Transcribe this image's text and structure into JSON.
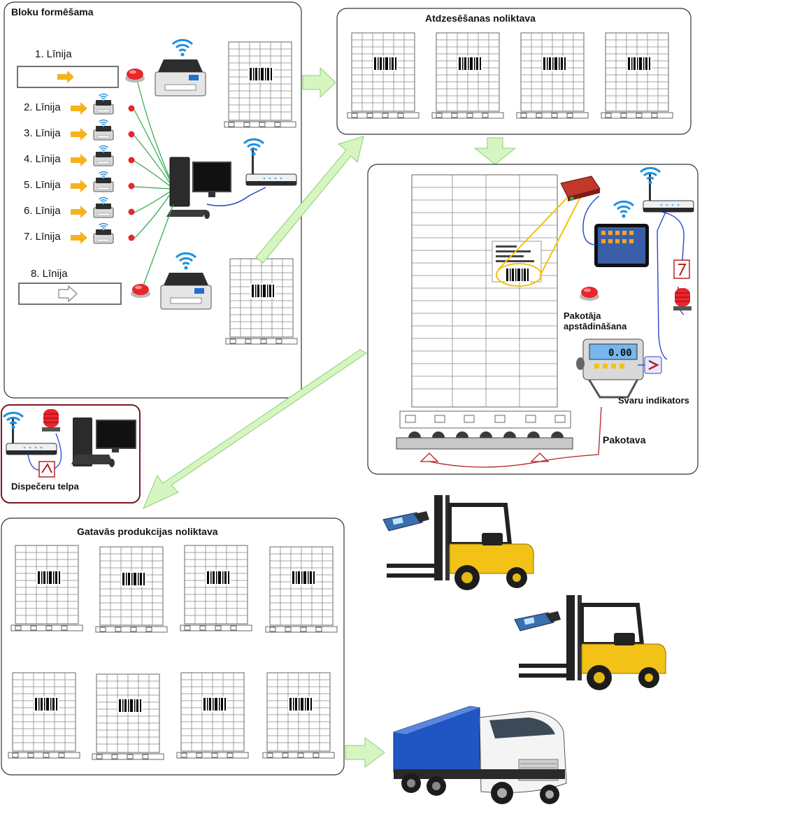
{
  "sections": {
    "block_forming": {
      "title": "Bloku formēšama"
    },
    "cooling_warehouse": {
      "title": "Atdzesēšanas noliktava"
    },
    "dispatcher_room": {
      "title": "Dispečeru telpa"
    },
    "finished_warehouse": {
      "title": "Gatavās produkcijas noliktava"
    }
  },
  "lines": [
    {
      "label": "1. Līnija"
    },
    {
      "label": "2. Līnija"
    },
    {
      "label": "3. Līnija"
    },
    {
      "label": "4. Līnija"
    },
    {
      "label": "5. Līnija"
    },
    {
      "label": "6. Līnija"
    },
    {
      "label": "7. Līnija"
    },
    {
      "label": "8. Līnija"
    }
  ],
  "packing": {
    "stop_label_1": "Pakotāja",
    "stop_label_2": "apstādināšana",
    "scale_indicator": "Svaru indikators",
    "scale_display": "0.00",
    "packer": "Pakotava"
  },
  "colors": {
    "flow_arrow": "#d6f5c0",
    "flow_arrow_stroke": "#8fcf76",
    "line_arrow": "#f7b21b",
    "stop_button": "#e8262b",
    "dispatcher_border": "#7a1a25",
    "wire_green": "#2da84a",
    "wire_blue": "#2b46c8",
    "wire_red": "#b52222",
    "highlight": "#f1c40f",
    "truck_trailer": "#1f56c2"
  }
}
